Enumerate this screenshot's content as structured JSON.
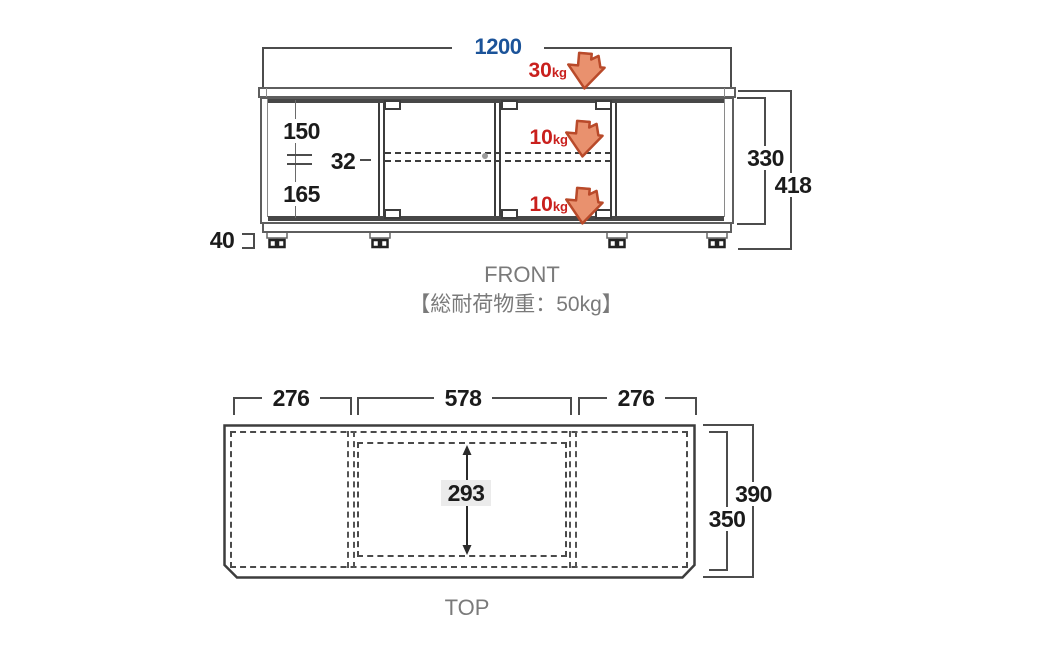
{
  "front": {
    "overall_width": "1200",
    "top_load": {
      "value": "30",
      "unit": "kg"
    },
    "shelf_load_upper": {
      "value": "10",
      "unit": "kg"
    },
    "shelf_load_lower": {
      "value": "10",
      "unit": "kg"
    },
    "upper_inner_height": "150",
    "shelf_pitch": "32",
    "lower_inner_height": "165",
    "body_height": "330",
    "total_height": "418",
    "caster_height": "40",
    "caption": "FRONT",
    "load_note": "【総耐荷物重：50kg】"
  },
  "top": {
    "left_section_width": "276",
    "center_section_width": "578",
    "right_section_width": "276",
    "center_inner_depth": "293",
    "total_depth": "390",
    "inner_depth": "350",
    "caption": "TOP"
  },
  "colors": {
    "accent_blue": "#1b5399",
    "accent_red": "#c9201d",
    "arrow_fill": "#e9916e",
    "arrow_stroke": "#b94a2a",
    "caption_gray": "#7a7a7a"
  }
}
